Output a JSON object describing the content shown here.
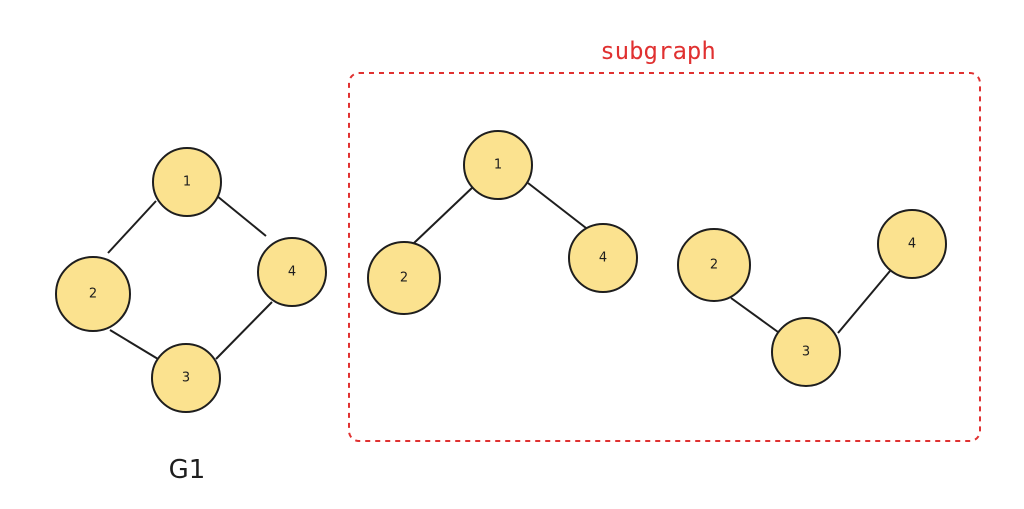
{
  "colors": {
    "node_fill": "#fbe28f",
    "stroke": "#1e1e1e",
    "subgraph_accent": "#e03131"
  },
  "graph": {
    "label": "G1",
    "nodes": [
      "1",
      "2",
      "3",
      "4"
    ],
    "edges": [
      [
        "1",
        "2"
      ],
      [
        "2",
        "3"
      ],
      [
        "3",
        "4"
      ],
      [
        "1",
        "4"
      ]
    ]
  },
  "subgraph": {
    "title": "subgraph",
    "components": [
      {
        "nodes": [
          "1",
          "2",
          "4"
        ],
        "edges": [
          [
            "1",
            "2"
          ],
          [
            "1",
            "4"
          ]
        ]
      },
      {
        "nodes": [
          "2",
          "3",
          "4"
        ],
        "edges": [
          [
            "2",
            "3"
          ],
          [
            "3",
            "4"
          ]
        ]
      }
    ]
  }
}
